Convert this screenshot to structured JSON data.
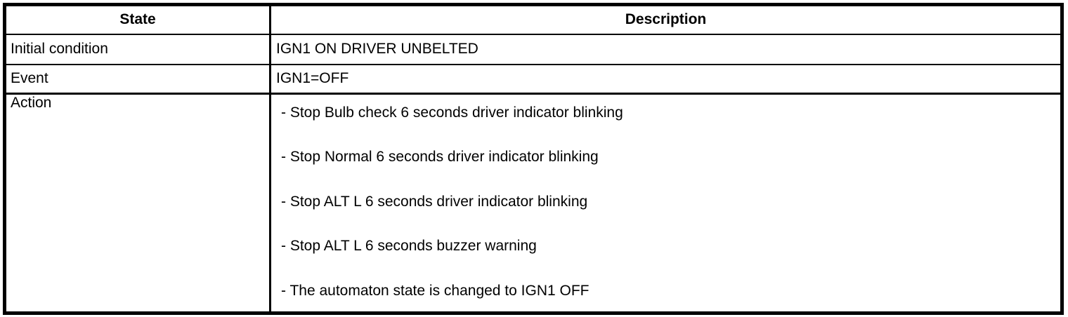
{
  "colors": {
    "border": "#000000",
    "background": "#ffffff",
    "text": "#000000"
  },
  "table": {
    "header": {
      "state": "State",
      "description": "Description"
    },
    "rows": [
      {
        "state": "Initial condition",
        "description": "IGN1 ON DRIVER UNBELTED"
      },
      {
        "state": "Event",
        "description": "IGN1=OFF"
      }
    ],
    "action_row": {
      "state": "Action",
      "items": [
        "- Stop Bulb check 6 seconds driver indicator blinking",
        "- Stop Normal 6 seconds driver indicator blinking",
        "- Stop ALT L 6 seconds driver indicator blinking",
        "- Stop ALT L 6 seconds buzzer warning",
        "- The automaton state is changed to IGN1 OFF"
      ]
    }
  }
}
